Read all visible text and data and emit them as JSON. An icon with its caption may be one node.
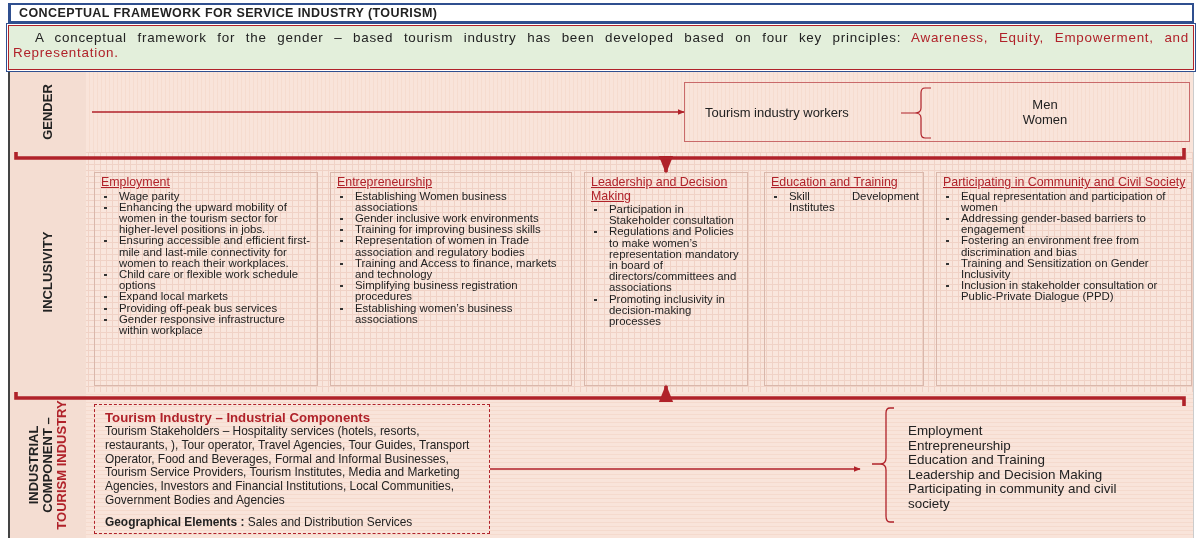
{
  "diagram": {
    "title": "CONCEPTUAL FRAMEWORK FOR SERVICE INDUSTRY (TOURISM)",
    "nodes": [
      {
        "text": [
          "A conceptual framework for the gender – based tourism industry has been developed based on four key principles:",
          "Awareness, Equity, Empowerment, and Representation."
        ]
      },
      {
        "text": [
          "GENDER"
        ]
      },
      {
        "text": [
          "INCLUSIVITY"
        ]
      },
      {
        "text": [
          "INDUSTRIAL COMPONENT –",
          "TOURISM INDUSTRY"
        ]
      },
      {
        "text": [
          "Tourism industry workers",
          "Men Women"
        ],
        "in": 1
      },
      {
        "text": [
          "Employment",
          "Wage parity",
          "Enhancing the upward mobility of women in the tourism sector for higher-level positions in jobs.",
          "Ensuring accessible and efficient first-mile and last-mile connectivity for women to reach their workplaces.",
          "Child care or flexible work schedule options",
          "Expand local markets",
          "Providing off-peak bus services",
          "Gender responsive infrastructure within workplace"
        ],
        "in": 2
      },
      {
        "text": [
          "Entrepreneurship",
          "Establishing Women business associations",
          "Gender inclusive work environments",
          "Training for improving business skills",
          "Representation of women in Trade association and regulatory bodies",
          "Training and Access to finance, markets and technology",
          "Simplifying business registration procedures",
          "Establishing women’s business associations"
        ],
        "in": 2
      },
      {
        "text": [
          "Leadership and Decision Making",
          "Participation in Stakeholder consultation",
          "Regulations and Policies to make women’s representation mandatory in board of directors/committees and associations",
          "Promoting inclusivity in decision-making processes"
        ],
        "in": 2
      },
      {
        "text": [
          "Education and Training",
          "Skill Development Institutes"
        ],
        "in": 2
      },
      {
        "text": [
          "Participating in Community and Civil Society",
          "Equal representation and participation of women",
          "Addressing gender-based barriers to engagement",
          "Fostering an environment free from discrimination and bias",
          "Training and Sensitization on Gender Inclusivity",
          "Inclusion in stakeholder consultation or Public-Private Dialogue (PPD)"
        ],
        "in": 2
      },
      {
        "text": [
          "Tourism Industry – Industrial Components",
          "Tourism Stakeholders – Hospitality services (hotels, resorts, restaurants, ), Tour operator, Travel Agencies, Tour Guides,  Transport Operator, Food and Beverages, Formal and Informal Businesses, Tourism Service Providers, Tourism Institutes, Media and Marketing Agencies, Investors and Financial Institutions, Local Communities, Government Bodies and Agencies",
          "**Geographical Elements :** Sales and Distribution Services"
        ],
        "in": 3
      },
      {
        "text": [
          "Employment",
          "Entrepreneurship",
          "Education and Training",
          "Leadership and Decision Making",
          "Participating in community and civil society"
        ],
        "in": 3
      }
    ],
    "edges": [
      {
        "from": null,
        "to": 4,
        "arrow": "to"
      },
      {
        "from": 1,
        "to": 7,
        "arrow": "to",
        "style": "thick"
      },
      {
        "from": 3,
        "to": 7,
        "arrow": "to",
        "style": "thick"
      },
      {
        "from": 10,
        "to": 11,
        "arrow": "to"
      }
    ]
  }
}
